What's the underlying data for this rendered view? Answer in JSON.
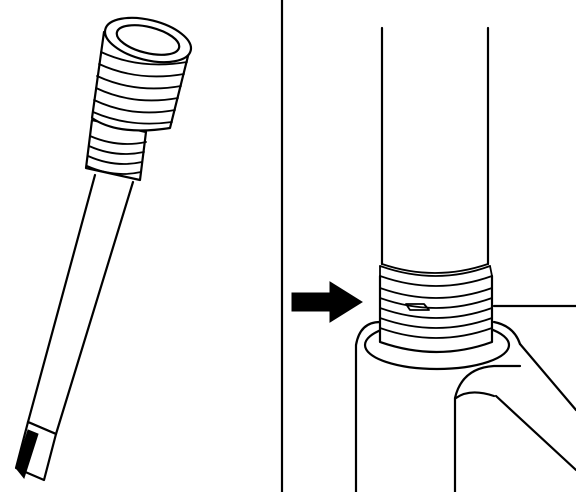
{
  "figure": {
    "panels": [
      {
        "id": "left",
        "subject": "tool-with-threaded-head"
      },
      {
        "id": "right",
        "subject": "threaded-tube-in-frame"
      }
    ],
    "callout": {
      "type": "arrow",
      "points_to": "thread-engagement"
    },
    "colors": {
      "ink": "#000000",
      "background": "#ffffff"
    }
  }
}
